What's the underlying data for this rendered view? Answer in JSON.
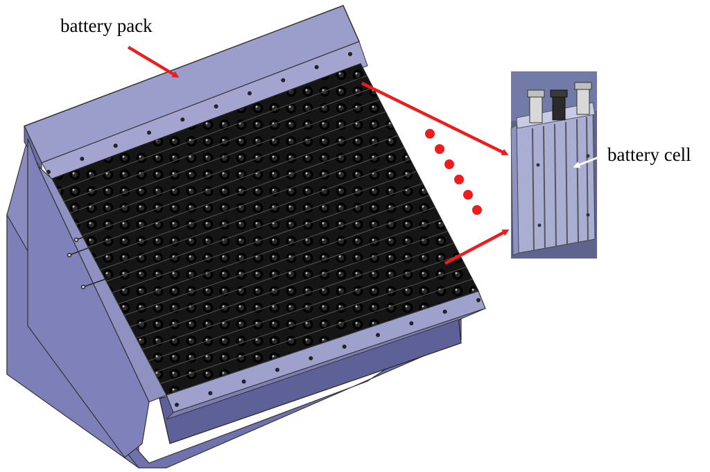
{
  "labels": {
    "battery_pack": "battery pack",
    "battery_cell": "battery cell"
  },
  "colors": {
    "frame": "#9496c4",
    "frame_dark": "#6c6ea6",
    "frame_shadow": "#4e5088",
    "cells": "#111111",
    "arrow": "#ee1c1c",
    "cell_photo_bg": "#6a6f9c"
  },
  "grid": {
    "rows": 19,
    "cols": 18
  },
  "icons": {
    "arrow": "red-arrow",
    "ellipsis": "red-dots"
  }
}
